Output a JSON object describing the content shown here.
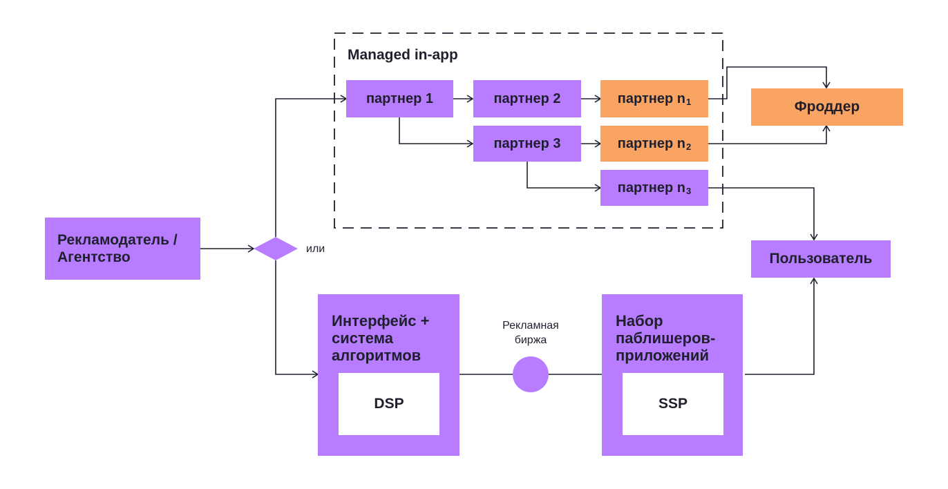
{
  "group_label": "Managed in-app",
  "advertiser": "Рекламодатель /Агентство",
  "or_label": "или",
  "partner1": "партнер 1",
  "partner2": "партнер 2",
  "partner3": "партнер 3",
  "partner_n": "партнер n",
  "subscripts": [
    "1",
    "2",
    "3"
  ],
  "fraudster": "Фроддер",
  "user": "Пользователь",
  "dsp_title": "Интерфейс + система алгоритмов",
  "dsp": "DSP",
  "exchange": "Рекламная биржа",
  "ssp_title": "Набор паблишеров-приложений",
  "ssp": "SSP",
  "colors": {
    "purple": "#b77cff",
    "orange": "#f9a463",
    "line": "#1f1f2e"
  }
}
